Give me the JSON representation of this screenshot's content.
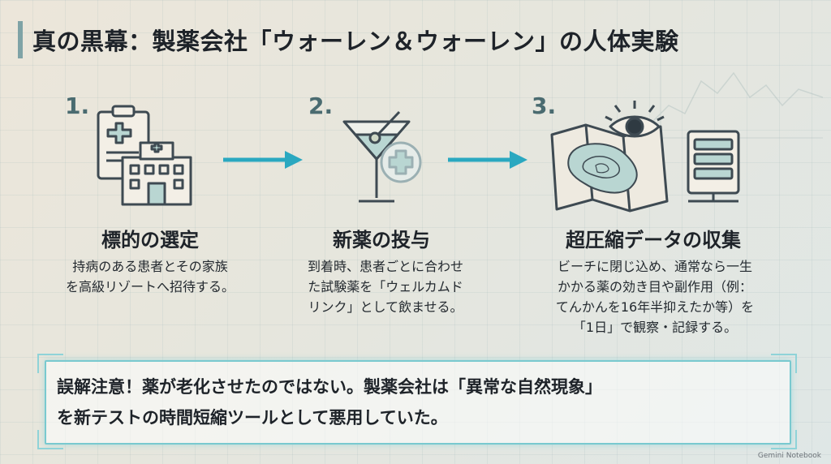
{
  "title": "真の黒幕：製薬会社「ウォーレン＆ウォーレン」の人体実験",
  "steps": [
    {
      "number": "1.",
      "title": "標的の選定",
      "desc": [
        "持病のある患者とその家族",
        "を高級リゾートへ招待する。"
      ]
    },
    {
      "number": "2.",
      "title": "新薬の投与",
      "desc": [
        "到着時、患者ごとに合わせ",
        "た試験薬を「ウェルカムド",
        "リンク」として飲ませる。"
      ]
    },
    {
      "number": "3.",
      "title": "超圧縮データの収集",
      "desc": [
        "ビーチに閉じ込め、通常なら一生",
        "かかる薬の効き目や副作用（例：",
        "てんかんを16年半抑えたか等）を",
        "「1日」で観察・記録する。"
      ]
    }
  ],
  "note": {
    "lines": [
      "誤解注意！薬が老化させたのではない。製薬会社は「異常な自然現象」",
      "を新テストの時間短縮ツールとして悪用していた。"
    ]
  },
  "watermark": "Gemini Notebook",
  "colors": {
    "accent": "#2aa8c0",
    "step_number": "#4a6b70",
    "note_border": "#79c9cf"
  },
  "icons": [
    "hospital-clipboard-icon",
    "cocktail-plus-icon",
    "map-eye-server-icon",
    "arrow-right-icon"
  ]
}
